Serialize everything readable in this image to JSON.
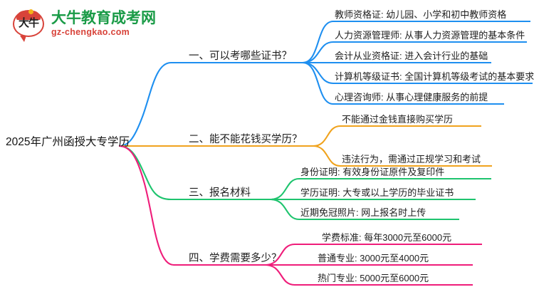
{
  "logo": {
    "mark_text": "大牛",
    "title": "大牛教育成考网",
    "subtitle": "gz-chengkao.com",
    "title_color": "#1a9b47",
    "subtitle_color": "#d8433a",
    "mark_color": "#d8433a"
  },
  "mindmap": {
    "root": "2025年广州函授大专学历",
    "branches": [
      {
        "title": "一、可以考哪些证书？",
        "color": "#1e8ff0",
        "children": [
          "教师资格证: 幼儿园、小学和初中教师资格",
          "人力资源管理师: 从事人力资源管理的基本条件",
          "会计从业资格证: 进入会计行业的基础",
          "计算机等级证书: 全国计算机等级考试的基本要求",
          "心理咨询师: 从事心理健康服务的前提"
        ]
      },
      {
        "title": "二、能不能花钱买学历？",
        "color": "#f0a31e",
        "children": [
          "不能通过金钱直接购买学历",
          "违法行为，需通过正规学习和考试"
        ]
      },
      {
        "title": "三、报名材料",
        "color": "#1ec46e",
        "children": [
          "身份证明: 有效身份证原件及复印件",
          "学历证明: 大专或以上学历的毕业证书",
          "近期免冠照片: 网上报名时上传"
        ]
      },
      {
        "title": "四、学费需要多少？",
        "color": "#ef1d7a",
        "children": [
          "学费标准: 每年3000元至6000元",
          "普通专业: 3000元至4000元",
          "热门专业: 5000元至6000元"
        ]
      }
    ]
  }
}
